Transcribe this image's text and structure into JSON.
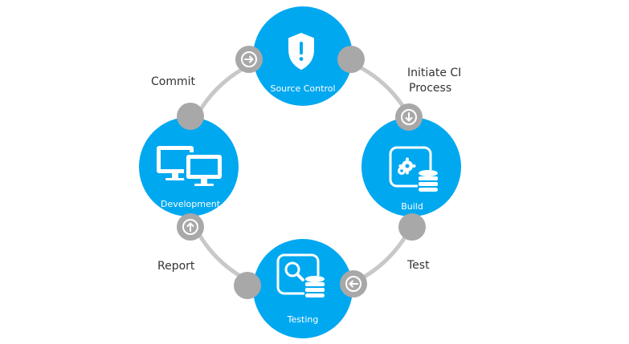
{
  "nodes": {
    "source_control": {
      "label": "Source Control",
      "icon": "shield-alert-icon"
    },
    "build": {
      "label": "Build",
      "icon": "gears-database-icon"
    },
    "testing": {
      "label": "Testing",
      "icon": "magnifier-database-icon"
    },
    "development": {
      "label": "Development",
      "icon": "two-monitors-icon"
    }
  },
  "connectors": {
    "initiate_ci": {
      "line1": "Initiate CI",
      "line2": "Process",
      "icon": "arrow-down-circle-icon"
    },
    "test": {
      "label": "Test",
      "icon": "arrow-left-circle-icon"
    },
    "report": {
      "label": "Report",
      "icon": "arrow-up-circle-icon"
    },
    "commit": {
      "label": "Commit",
      "icon": "arrow-right-circle-icon"
    }
  },
  "colors": {
    "node_fill": "#00a8f0",
    "ring": "#c8c8c8",
    "connector_dot": "#a8a8a8",
    "icon_white": "#ffffff",
    "text": "#333333"
  }
}
